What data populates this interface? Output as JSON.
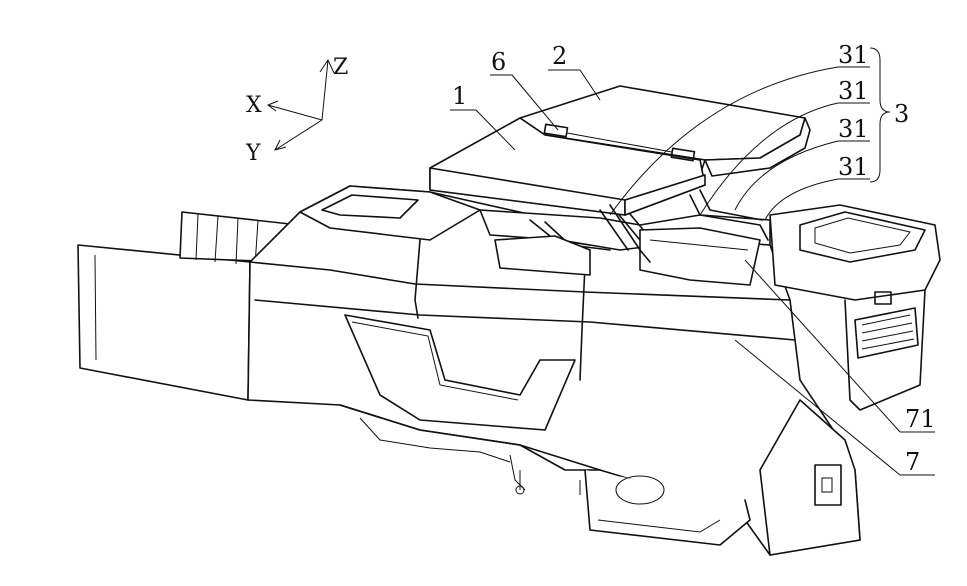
{
  "axes": {
    "z": "Z",
    "x": "X",
    "y": "Y"
  },
  "labels": {
    "part1": "1",
    "part2": "2",
    "part6": "6",
    "part31a": "31",
    "part31b": "31",
    "part31c": "31",
    "part31d": "31",
    "part3": "3",
    "part71": "71",
    "part7": "7"
  }
}
